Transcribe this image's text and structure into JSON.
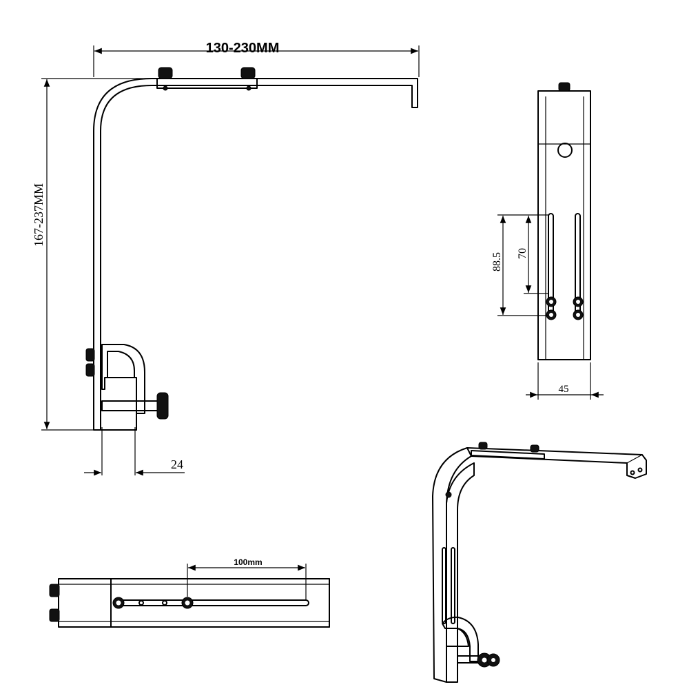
{
  "dimensions": {
    "width_range": "130-230MM",
    "height_range": "167-237MM",
    "clamp_depth": "24",
    "slot_length_a": "88.5",
    "slot_length_b": "70",
    "bracket_width": "45",
    "horizontal_travel": "100mm"
  },
  "colors": {
    "line": "#000000",
    "background": "#ffffff"
  }
}
